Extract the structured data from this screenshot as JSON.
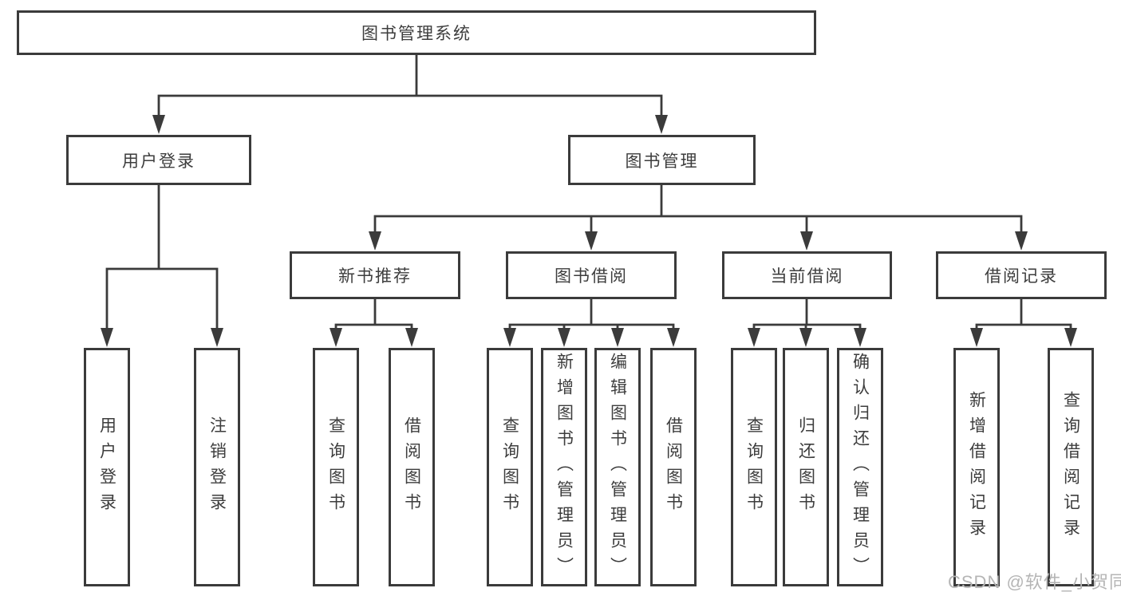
{
  "diagram": {
    "root": {
      "label": "图书管理系统"
    },
    "level2": [
      {
        "label": "用户登录"
      },
      {
        "label": "图书管理"
      }
    ],
    "level3": [
      {
        "label": "新书推荐",
        "parent": "图书管理"
      },
      {
        "label": "图书借阅",
        "parent": "图书管理"
      },
      {
        "label": "当前借阅",
        "parent": "图书管理"
      },
      {
        "label": "借阅记录",
        "parent": "图书管理"
      }
    ],
    "leaves": [
      {
        "label": "用户登录",
        "parent": "用户登录"
      },
      {
        "label": "注销登录",
        "parent": "用户登录"
      },
      {
        "label": "查询图书",
        "parent": "新书推荐"
      },
      {
        "label": "借阅图书",
        "parent": "新书推荐"
      },
      {
        "label": "查询图书",
        "parent": "图书借阅"
      },
      {
        "label": "新增图书（管理员）",
        "parent": "图书借阅"
      },
      {
        "label": "编辑图书（管理员）",
        "parent": "图书借阅"
      },
      {
        "label": "借阅图书",
        "parent": "图书借阅"
      },
      {
        "label": "查询图书",
        "parent": "当前借阅"
      },
      {
        "label": "归还图书",
        "parent": "当前借阅"
      },
      {
        "label": "确认归还（管理员）",
        "parent": "当前借阅"
      },
      {
        "label": "新增借阅记录",
        "parent": "借阅记录"
      },
      {
        "label": "查询借阅记录",
        "parent": "借阅记录"
      }
    ]
  },
  "watermark": {
    "text": "CSDN @软件_小贺同学"
  },
  "colors": {
    "line": "#3b3b3b",
    "text": "#3d3d3d",
    "box_background": "#ffffff",
    "page_background": "#ffffff",
    "watermark": "#b5b5b5"
  }
}
